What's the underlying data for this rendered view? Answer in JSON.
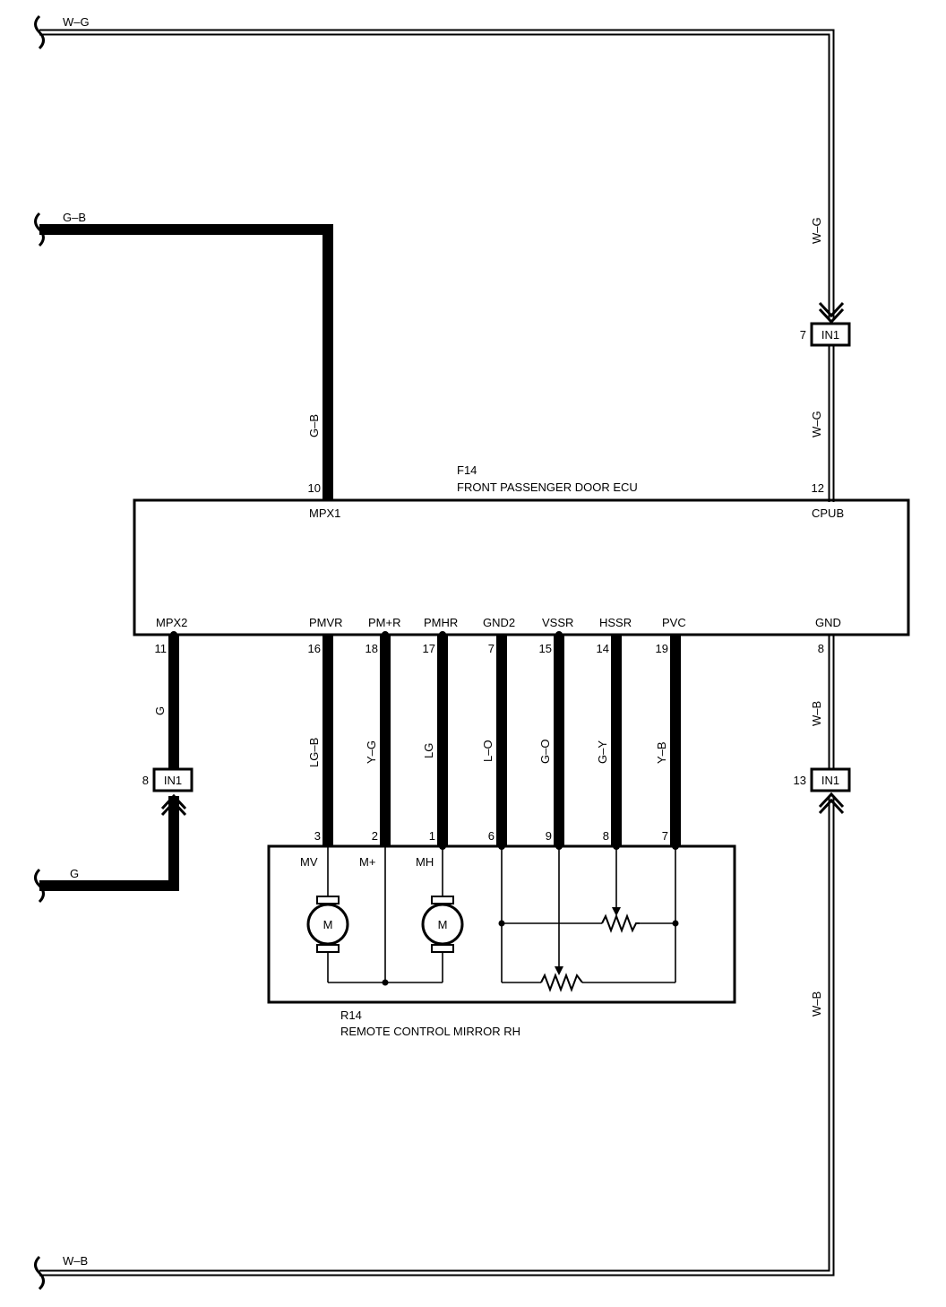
{
  "ecu": {
    "code": "F14",
    "name": "FRONT PASSENGER DOOR ECU",
    "pins": {
      "mpx1": {
        "label": "MPX1",
        "num": "10"
      },
      "cpub": {
        "label": "CPUB",
        "num": "12"
      },
      "mpx2": {
        "label": "MPX2",
        "num": "11"
      },
      "pmvr": {
        "label": "PMVR",
        "num": "16"
      },
      "pmr": {
        "label": "PM+R",
        "num": "18"
      },
      "pmhr": {
        "label": "PMHR",
        "num": "17"
      },
      "gnd2": {
        "label": "GND2",
        "num": "7"
      },
      "vssr": {
        "label": "VSSR",
        "num": "15"
      },
      "hssr": {
        "label": "HSSR",
        "num": "14"
      },
      "pvc": {
        "label": "PVC",
        "num": "19"
      },
      "gnd": {
        "label": "GND",
        "num": "8"
      }
    }
  },
  "mirror": {
    "code": "R14",
    "name": "REMOTE CONTROL MIRROR RH",
    "pins": {
      "mv": {
        "label": "MV",
        "num": "3"
      },
      "mplus": {
        "label": "M+",
        "num": "2"
      },
      "mh": {
        "label": "MH",
        "num": "1"
      },
      "p6": {
        "num": "6"
      },
      "p9": {
        "num": "9"
      },
      "p8": {
        "num": "8"
      },
      "p7": {
        "num": "7"
      }
    },
    "motor_label": "M"
  },
  "connectors": {
    "in1_top": {
      "name": "IN1",
      "pin": "7"
    },
    "in1_left": {
      "name": "IN1",
      "pin": "8"
    },
    "in1_right": {
      "name": "IN1",
      "pin": "13"
    }
  },
  "wires": {
    "wg_top": "W–G",
    "wg_vert_upper": "W–G",
    "wg_vert_lower": "W–G",
    "gb_top": "G–B",
    "gb_vert": "G–B",
    "g_vert": "G",
    "g_bottom": "G",
    "lgb": "LG–B",
    "yg": "Y–G",
    "lg": "LG",
    "lo": "L–O",
    "go": "G–O",
    "gy": "G–Y",
    "yb": "Y–B",
    "wb_upper": "W–B",
    "wb_lower": "W–B",
    "wb_bottom": "W–B"
  }
}
